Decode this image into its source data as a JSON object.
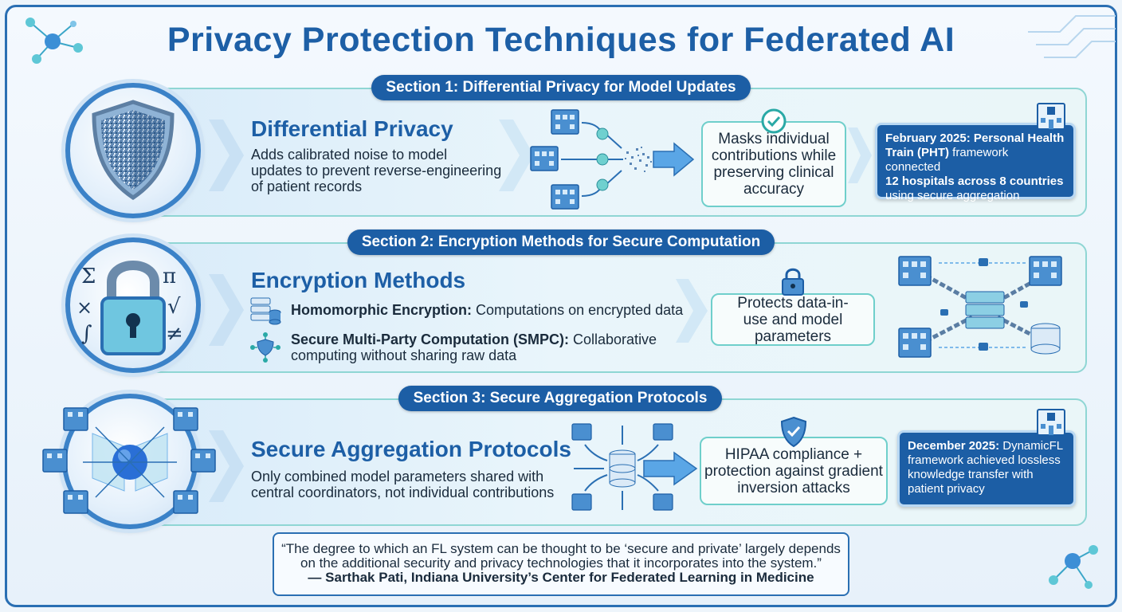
{
  "title": "Privacy Protection Techniques for Federated AI",
  "colors": {
    "primary": "#1d5fa6",
    "pill": "#1c5ea5",
    "teal": "#6fcfcb",
    "frame": "#2a6fb3"
  },
  "sections": [
    {
      "pill": "Section 1: Differential Privacy for Model Updates",
      "heading": "Differential Privacy",
      "description_lines": [
        "Adds calibrated noise to model",
        "updates to prevent reverse-engineering",
        "of patient records"
      ],
      "outcome_lines": [
        "Masks individual",
        "contributions while",
        "preserving clinical",
        "accuracy"
      ],
      "milestone": {
        "bold_lines": [
          "February 2025: Personal Health",
          "Train (PHT)"
        ],
        "rest_line2": " framework connected",
        "bold_line3": "12 hospitals across 8 countries",
        "line4": "using secure aggregation"
      },
      "icons": [
        "shield-icon",
        "hospital-icon",
        "noise-icon",
        "check-icon"
      ]
    },
    {
      "pill": "Section 2: Encryption Methods for Secure Computation",
      "heading": "Encryption Methods",
      "items": [
        {
          "term": "Homomorphic Encryption:",
          "text": " Computations on encrypted data"
        },
        {
          "term": "Secure Multi-Party Computation (SMPC):",
          "text": " Collaborative",
          "line2": "computing without sharing raw data"
        }
      ],
      "outcome_lines": [
        "Protects data-in-",
        "use and model parameters"
      ],
      "lock_symbols": [
        "Σ",
        "π",
        "×",
        "√",
        "∫",
        "≠"
      ],
      "icons": [
        "padlock-icon",
        "server-icon",
        "shield-network-icon"
      ]
    },
    {
      "pill": "Section 3: Secure Aggregation Protocols",
      "heading": "Secure Aggregation Protocols",
      "description_lines": [
        "Only combined model parameters shared with",
        "central coordinators, not individual contributions"
      ],
      "outcome_lines": [
        "HIPAA compliance +",
        "protection against gradient",
        "inversion attacks"
      ],
      "milestone": {
        "bold_line1": "December 2025:",
        "rest_line1": " DynamicFL",
        "line2": "framework achieved lossless",
        "line3": "knowledge transfer with",
        "line4": "patient privacy"
      },
      "icons": [
        "globe-icon",
        "database-icon",
        "shield-check-icon"
      ]
    }
  ],
  "quote": {
    "line1": "“The degree to which an FL system can be thought to be ‘secure and private’ largely depends",
    "line2": "on the additional security and privacy technologies that it incorporates into the system.”",
    "author": "— Sarthak Pati, Indiana University’s Center for Federated Learning in Medicine"
  }
}
